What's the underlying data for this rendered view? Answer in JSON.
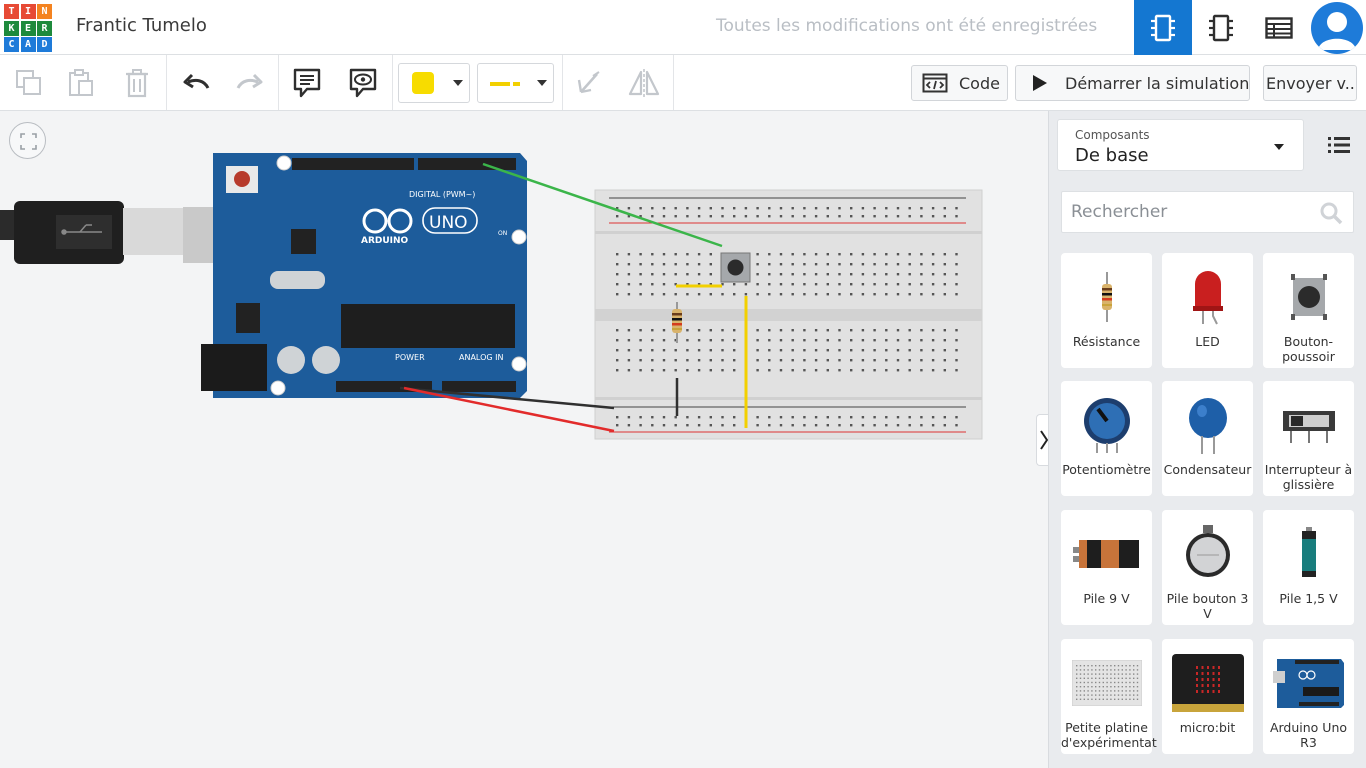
{
  "header": {
    "logo": [
      "T",
      "I",
      "N",
      "K",
      "E",
      "R",
      "C",
      "A",
      "D"
    ],
    "project_name": "Frantic Tumelo",
    "save_status": "Toutes les modifications ont été enregistrées"
  },
  "toolbar": {
    "code_label": "Code",
    "start_sim_label": "Démarrer la simulation",
    "send_label": "Envoyer v..."
  },
  "board": {
    "brand": "ARDUINO",
    "model": "UNO",
    "digital_label": "DIGITAL (PWM~)",
    "power_label": "POWER",
    "analog_label": "ANALOG IN",
    "on_label": "ON"
  },
  "panel": {
    "category_label": "Composants",
    "category_value": "De base",
    "search_placeholder": "Rechercher",
    "components": [
      "Résistance",
      "LED",
      "Bouton-poussoir",
      "Potentiomètre",
      "Condensateur",
      "Interrupteur à glissière",
      "Pile 9 V",
      "Pile bouton 3 V",
      "Pile 1,5 V",
      "Petite platine d'expérimentat",
      "micro:bit",
      "Arduino Uno R3"
    ]
  },
  "colors": {
    "accent": "#1477d1",
    "logo": [
      "#e74a35",
      "#e74a35",
      "#f48320",
      "#1e8a3c",
      "#1e8a3c",
      "#1e8a3c",
      "#1e7bd9",
      "#1e7bd9",
      "#1e7bd9"
    ],
    "arduino_blue": "#1d5c9b",
    "wire_green": "#3bb54a",
    "wire_red": "#e22b2b",
    "wire_black": "#303030",
    "wire_yellow": "#f2d000"
  }
}
